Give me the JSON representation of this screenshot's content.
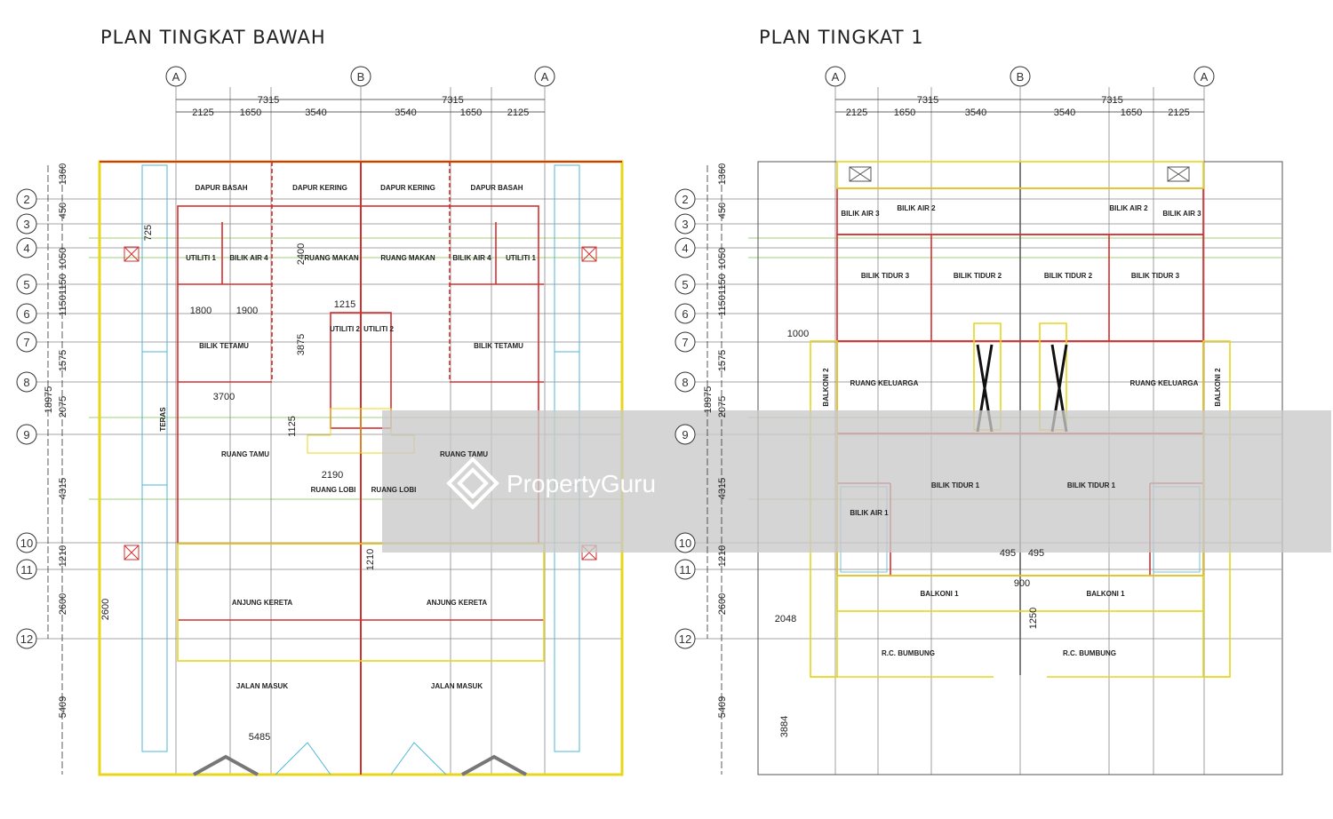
{
  "titles": {
    "ground": "PLAN TINGKAT BAWAH",
    "first": "PLAN TINGKAT 1"
  },
  "watermark": "PropertyGuru",
  "colors": {
    "wall": "#d33030",
    "outline": "#e8d61c",
    "grid": "#7a7a7a",
    "green": "#7fbf4a",
    "cyan": "#4fb7d6",
    "watermark_band": "#c9c9c9"
  },
  "column_labels": [
    "A",
    "B",
    "A"
  ],
  "row_labels": [
    "2",
    "3",
    "4",
    "5",
    "6",
    "7",
    "8",
    "9",
    "10",
    "11",
    "12"
  ],
  "dims": {
    "top_total": [
      "7315",
      "7315"
    ],
    "top_parts": [
      "2125",
      "1650",
      "3540",
      "3540",
      "1650",
      "2125"
    ],
    "vertical": [
      "1360",
      "450",
      "1050",
      "1150",
      "1150",
      "1575",
      "2075",
      "4315",
      "1210",
      "2600",
      "5409",
      "18975"
    ],
    "ground_extra": [
      "725",
      "2400",
      "1215",
      "1800",
      "1900",
      "3875",
      "3700",
      "1125",
      "2190",
      "1210",
      "5485",
      "2600"
    ],
    "first_extra": [
      "1000",
      "495",
      "495",
      "900",
      "1250",
      "2048",
      "3884"
    ]
  },
  "ground_rooms": {
    "dapur_basah": "DAPUR BASAH",
    "dapur_kering": "DAPUR KERING",
    "ruang_makan": "RUANG MAKAN",
    "utiliti_1": "UTILITI 1",
    "utiliti_2": "UTILITI 2",
    "bilik_air": "BILIK AIR 4",
    "bilik_tetamu": "BILIK TETAMU",
    "ruang_tamu": "RUANG TAMU",
    "ruang_lobi": "RUANG LOBI",
    "teras": "TERAS",
    "anjung_kereta": "ANJUNG KERETA",
    "jalan_masuk": "JALAN MASUK"
  },
  "first_rooms": {
    "bilik_air_3": "BILIK AIR 3",
    "bilik_air_2": "BILIK AIR 2",
    "bilik_tidur_3": "BILIK TIDUR 3",
    "bilik_tidur_2": "BILIK TIDUR 2",
    "ruang_keluarga": "RUANG KELUARGA",
    "balkoni_2": "BALKONI 2",
    "bilik_tidur_1": "BILIK TIDUR 1",
    "bilik_air_1": "BILIK AIR 1",
    "balkoni_1": "BALKONI 1",
    "rc_bumbung": "R.C. BUMBUNG"
  }
}
